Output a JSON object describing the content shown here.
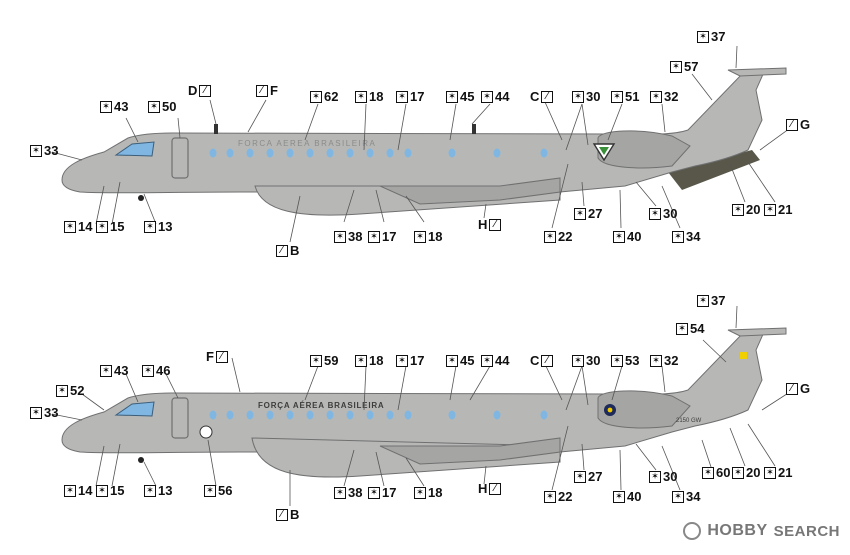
{
  "aircraft": {
    "top_fuselage_text": "FORCA AEREA BRASILEIRA",
    "bottom_fuselage_text": "FORÇA AÉREA BRASILEIRA",
    "tail_text": "2150 GW",
    "colors": {
      "body": "#b7b8b6",
      "body_dark": "#9c9d9a",
      "window": "#7fb6e2",
      "line": "#6f7070",
      "tail_stripe": "#58574a"
    }
  },
  "top_callouts": [
    {
      "id": "t43",
      "num": "43",
      "icon": "star"
    },
    {
      "id": "t50",
      "num": "50",
      "icon": "star"
    },
    {
      "id": "tD",
      "num": "D",
      "icon": "brush"
    },
    {
      "id": "tF",
      "num": "F",
      "icon": "brush"
    },
    {
      "id": "t62",
      "num": "62",
      "icon": "star"
    },
    {
      "id": "t18a",
      "num": "18",
      "icon": "star"
    },
    {
      "id": "t17a",
      "num": "17",
      "icon": "star"
    },
    {
      "id": "t45",
      "num": "45",
      "icon": "star"
    },
    {
      "id": "t44",
      "num": "44",
      "icon": "star"
    },
    {
      "id": "tC",
      "num": "C",
      "icon": "brush"
    },
    {
      "id": "t30a",
      "num": "30",
      "icon": "star"
    },
    {
      "id": "t51",
      "num": "51",
      "icon": "star"
    },
    {
      "id": "t32",
      "num": "32",
      "icon": "star"
    },
    {
      "id": "t57",
      "num": "57",
      "icon": "star"
    },
    {
      "id": "t37",
      "num": "37",
      "icon": "star"
    },
    {
      "id": "tG",
      "num": "G",
      "icon": "brush"
    },
    {
      "id": "t33",
      "num": "33",
      "icon": "star"
    },
    {
      "id": "t14",
      "num": "14",
      "icon": "star"
    },
    {
      "id": "t15",
      "num": "15",
      "icon": "star"
    },
    {
      "id": "t13",
      "num": "13",
      "icon": "star"
    },
    {
      "id": "tB",
      "num": "B",
      "icon": "brush"
    },
    {
      "id": "t38",
      "num": "38",
      "icon": "star"
    },
    {
      "id": "t17b",
      "num": "17",
      "icon": "star"
    },
    {
      "id": "t18b",
      "num": "18",
      "icon": "star"
    },
    {
      "id": "tH",
      "num": "H",
      "icon": "brush"
    },
    {
      "id": "t22",
      "num": "22",
      "icon": "star"
    },
    {
      "id": "t27",
      "num": "27",
      "icon": "star"
    },
    {
      "id": "t40",
      "num": "40",
      "icon": "star"
    },
    {
      "id": "t30b",
      "num": "30",
      "icon": "star"
    },
    {
      "id": "t34",
      "num": "34",
      "icon": "star"
    },
    {
      "id": "t20",
      "num": "20",
      "icon": "star"
    },
    {
      "id": "t21",
      "num": "21",
      "icon": "star"
    }
  ],
  "bottom_callouts": [
    {
      "id": "b37",
      "num": "37",
      "icon": "star"
    },
    {
      "id": "b54",
      "num": "54",
      "icon": "star"
    },
    {
      "id": "bG",
      "num": "G",
      "icon": "brush"
    },
    {
      "id": "bF",
      "num": "F",
      "icon": "brush"
    },
    {
      "id": "b59",
      "num": "59",
      "icon": "star"
    },
    {
      "id": "b18a",
      "num": "18",
      "icon": "star"
    },
    {
      "id": "b17a",
      "num": "17",
      "icon": "star"
    },
    {
      "id": "b45",
      "num": "45",
      "icon": "star"
    },
    {
      "id": "b44",
      "num": "44",
      "icon": "star"
    },
    {
      "id": "bC",
      "num": "C",
      "icon": "brush"
    },
    {
      "id": "b30a",
      "num": "30",
      "icon": "star"
    },
    {
      "id": "b53",
      "num": "53",
      "icon": "star"
    },
    {
      "id": "b32",
      "num": "32",
      "icon": "star"
    },
    {
      "id": "b43",
      "num": "43",
      "icon": "star"
    },
    {
      "id": "b46",
      "num": "46",
      "icon": "star"
    },
    {
      "id": "b52",
      "num": "52",
      "icon": "star"
    },
    {
      "id": "b33",
      "num": "33",
      "icon": "star"
    },
    {
      "id": "b14",
      "num": "14",
      "icon": "star"
    },
    {
      "id": "b15",
      "num": "15",
      "icon": "star"
    },
    {
      "id": "b13",
      "num": "13",
      "icon": "star"
    },
    {
      "id": "b56",
      "num": "56",
      "icon": "star"
    },
    {
      "id": "bB",
      "num": "B",
      "icon": "brush"
    },
    {
      "id": "b38",
      "num": "38",
      "icon": "star"
    },
    {
      "id": "b17b",
      "num": "17",
      "icon": "star"
    },
    {
      "id": "b18b",
      "num": "18",
      "icon": "star"
    },
    {
      "id": "bH",
      "num": "H",
      "icon": "brush"
    },
    {
      "id": "b22",
      "num": "22",
      "icon": "star"
    },
    {
      "id": "b27",
      "num": "27",
      "icon": "star"
    },
    {
      "id": "b40",
      "num": "40",
      "icon": "star"
    },
    {
      "id": "b30b",
      "num": "30",
      "icon": "star"
    },
    {
      "id": "b34",
      "num": "34",
      "icon": "star"
    },
    {
      "id": "b60",
      "num": "60",
      "icon": "star"
    },
    {
      "id": "b20",
      "num": "20",
      "icon": "star"
    },
    {
      "id": "b21",
      "num": "21",
      "icon": "star"
    }
  ],
  "watermark": {
    "logo": "HOBBY",
    "search": "SEARCH"
  }
}
